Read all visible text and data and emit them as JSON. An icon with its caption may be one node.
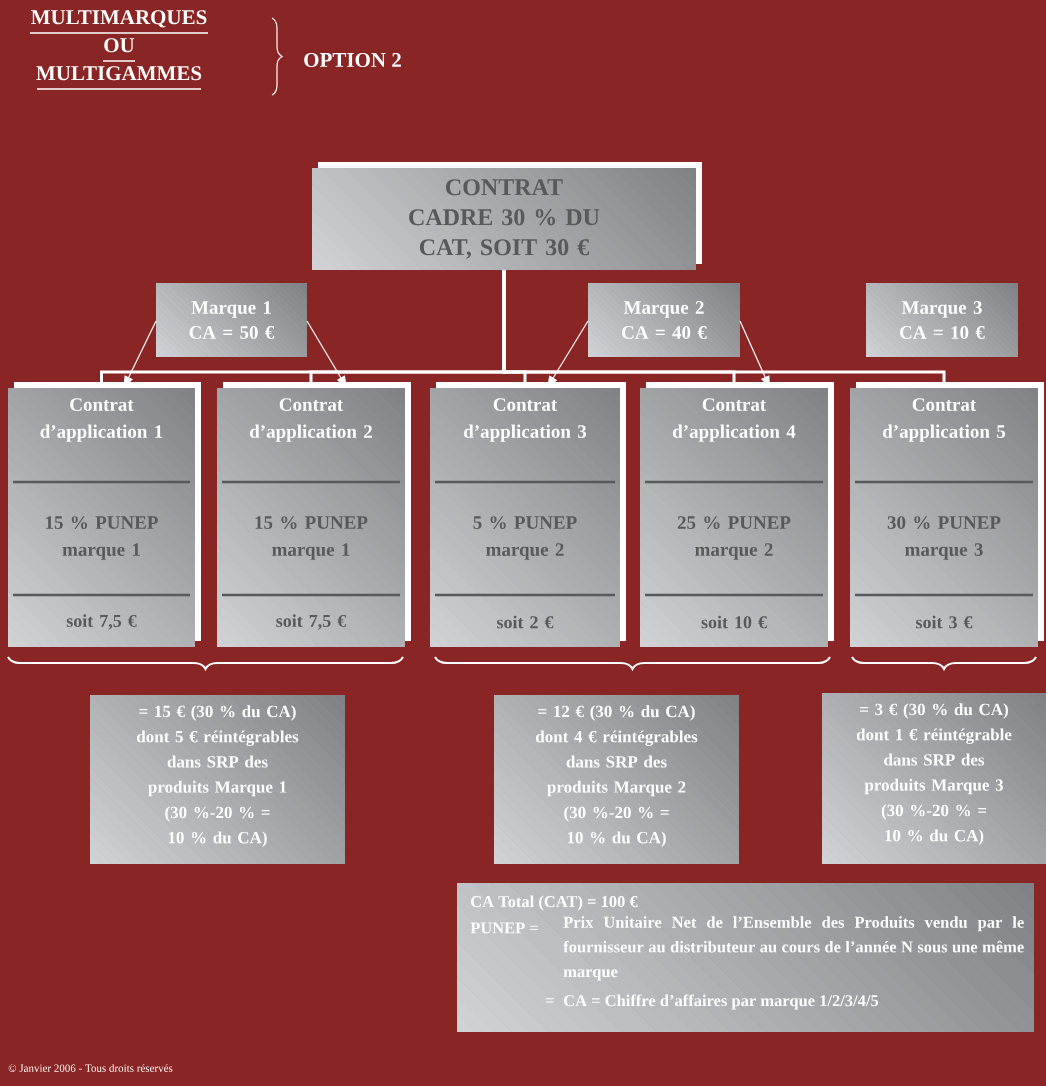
{
  "diagram": {
    "title": "MULTIMARQUES OU MULTIGAMMES",
    "nodes": [
      {
        "text": [
          "CONTRAT CADRE 30 % DU CAT, SOIT 30 €"
        ]
      },
      {
        "text": [
          "Marque 1 CA = 50 €"
        ]
      },
      {
        "text": [
          "Marque 2 CA = 40 €"
        ]
      },
      {
        "text": [
          "Marque 3 CA = 10 €"
        ]
      },
      {
        "text": [
          "Contrat d’application 1",
          "15 % PUNEP marque 1",
          "soit 7,5 €"
        ]
      },
      {
        "text": [
          "Contrat d’application 2",
          "15 % PUNEP marque 1",
          "soit 7,5 €"
        ]
      },
      {
        "text": [
          "Contrat d’application 3",
          "5 % PUNEP marque 2",
          "soit 2 €"
        ]
      },
      {
        "text": [
          "Contrat d’application 4",
          "25 % PUNEP marque 2",
          "soit 10 €"
        ]
      },
      {
        "text": [
          "Contrat d’application 5",
          "30 % PUNEP marque 3",
          "soit 3 €"
        ]
      },
      {
        "text": [
          "= 15 € (30 % du CA) dont 5 € réintégrables dans SRP des produits Marque 1",
          "(30 %-20 % = 10 % du CA)"
        ]
      },
      {
        "text": [
          "= 12 € (30 % du CA) dont 4 € réintégrables dans SRP des produits Marque 2",
          "(30 %-20 % = 10 % du CA)"
        ]
      },
      {
        "text": [
          "= 3 € (30 % du CA) dont 1 € réintégrable dans SRP des produits Marque 3",
          "(30 %-20 % = 10 % du CA)"
        ]
      },
      {
        "text": [
          "CA Total (CAT) = 100 €",
          "PUNEP =",
          "Prix Unitaire Net de l’Ensemble des Produits vendu par le fournisseur au distributeur au cours de l’année N sous une même marque",
          "=",
          "CA = Chiffre d’affaires par marque 1/2/3/4/5"
        ]
      }
    ],
    "edges": [
      {
        "from": 0,
        "to": 4,
        "arrow": "none"
      },
      {
        "from": 0,
        "to": 5,
        "arrow": "none"
      },
      {
        "from": 0,
        "to": 6,
        "arrow": "none"
      },
      {
        "from": 0,
        "to": 7,
        "arrow": "none"
      },
      {
        "from": 0,
        "to": 8,
        "arrow": "none"
      },
      {
        "from": 1,
        "to": 4,
        "arrow": "to"
      },
      {
        "from": 1,
        "to": 5,
        "arrow": "to"
      },
      {
        "from": 2,
        "to": 6,
        "arrow": "to"
      },
      {
        "from": 2,
        "to": 7,
        "arrow": "to"
      }
    ],
    "labels": [
      "OPTION 2",
      "© Janvier 2006 - Tous droits réservés"
    ]
  }
}
